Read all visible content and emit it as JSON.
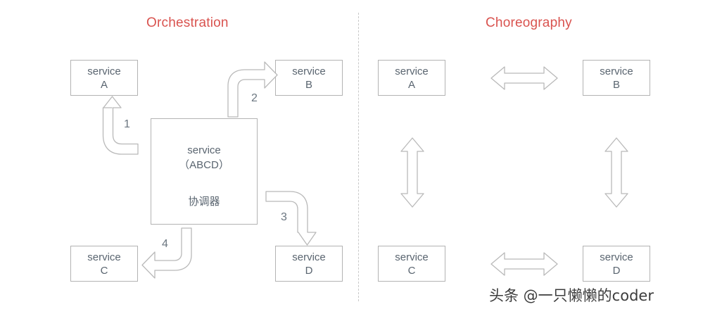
{
  "titles": {
    "left": "Orchestration",
    "right": "Choreography",
    "color": "#d9534f"
  },
  "colors": {
    "box_border": "#b3b3b3",
    "box_text": "#5a6570",
    "arrow_stroke": "#b9b9b9",
    "arrow_fill": "#ffffff",
    "divider": "#c9c9c9",
    "background": "#ffffff",
    "watermark_text": "#3c3c3c"
  },
  "orchestration": {
    "services": [
      {
        "id": "a",
        "line1": "service",
        "line2": "A"
      },
      {
        "id": "b",
        "line1": "service",
        "line2": "B"
      },
      {
        "id": "c",
        "line1": "service",
        "line2": "C"
      },
      {
        "id": "d",
        "line1": "service",
        "line2": "D"
      }
    ],
    "coordinator": {
      "line1": "service",
      "line2": "（ABCD）",
      "line3": "协调器"
    },
    "steps": [
      {
        "label": "1",
        "from": "coordinator",
        "to": "service A",
        "direction": "up"
      },
      {
        "label": "2",
        "from": "coordinator",
        "to": "service B",
        "direction": "right"
      },
      {
        "label": "3",
        "from": "coordinator",
        "to": "service D",
        "direction": "down"
      },
      {
        "label": "4",
        "from": "coordinator",
        "to": "service C",
        "direction": "left"
      }
    ]
  },
  "choreography": {
    "services": [
      {
        "id": "ra",
        "line1": "service",
        "line2": "A"
      },
      {
        "id": "rb",
        "line1": "service",
        "line2": "B"
      },
      {
        "id": "rc",
        "line1": "service",
        "line2": "C"
      },
      {
        "id": "rd",
        "line1": "service",
        "line2": "D"
      }
    ],
    "links": [
      {
        "id": "ab",
        "orientation": "horizontal",
        "between": [
          "service A",
          "service B"
        ]
      },
      {
        "id": "cd",
        "orientation": "horizontal",
        "between": [
          "service C",
          "service D"
        ]
      },
      {
        "id": "ac",
        "orientation": "vertical",
        "between": [
          "service A",
          "service C"
        ]
      },
      {
        "id": "bd",
        "orientation": "vertical",
        "between": [
          "service B",
          "service D"
        ]
      }
    ]
  },
  "watermark": {
    "text": "头条 @一只懒懒的coder"
  }
}
